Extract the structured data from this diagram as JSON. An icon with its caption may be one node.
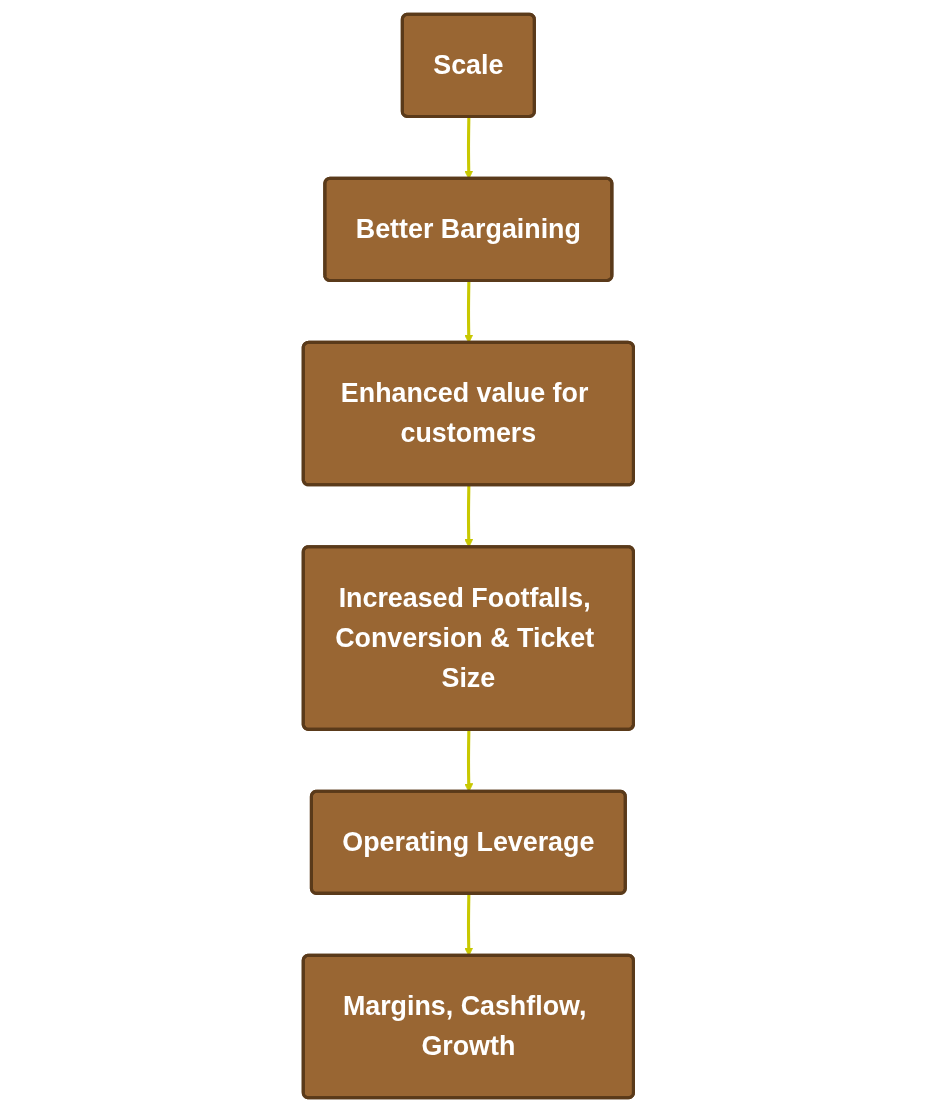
{
  "diagram": {
    "nodes": [
      {
        "text": [
          "Scale"
        ]
      },
      {
        "text": [
          "Better Bargaining"
        ]
      },
      {
        "text": [
          "Enhanced value for customers"
        ]
      },
      {
        "text": [
          "Increased Footfalls, Conversion & Ticket Size"
        ]
      },
      {
        "text": [
          "Operating Leverage"
        ]
      },
      {
        "text": [
          "Margins, Cashflow, Growth"
        ]
      }
    ],
    "edges": [
      {
        "from": 0,
        "to": 1,
        "arrow": "to"
      },
      {
        "from": 1,
        "to": 2,
        "arrow": "to"
      },
      {
        "from": 2,
        "to": 3,
        "arrow": "to"
      },
      {
        "from": 3,
        "to": 4,
        "arrow": "to"
      },
      {
        "from": 4,
        "to": 5,
        "arrow": "to"
      }
    ]
  }
}
